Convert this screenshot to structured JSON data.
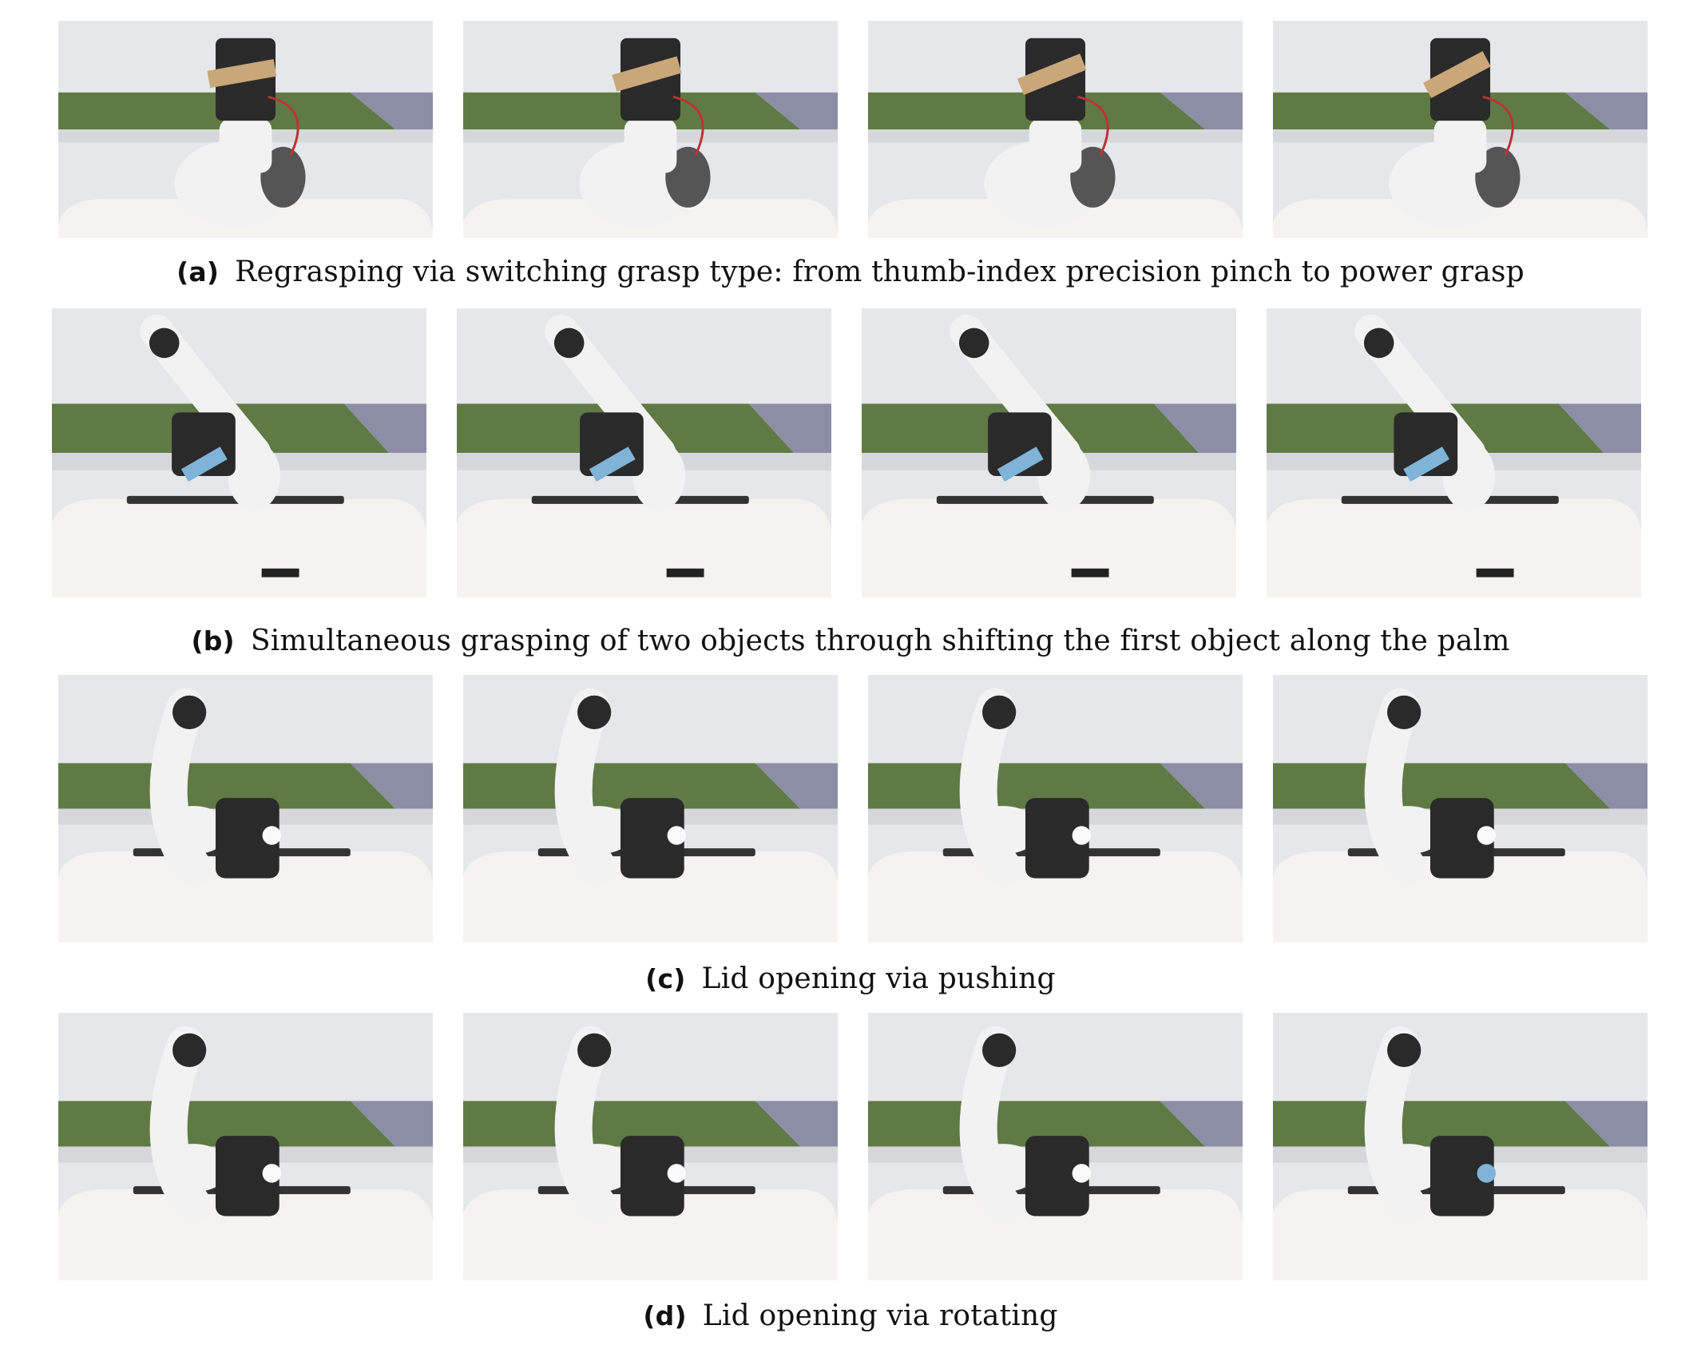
{
  "figure": {
    "rows": [
      {
        "label": "(a)",
        "caption": "Regrasping via switching grasp type: from thumb-index precision pinch to power grasp",
        "frames": [
          {
            "name": "frame-a1",
            "pose": "upright",
            "object": "tan-box"
          },
          {
            "name": "frame-a2",
            "pose": "upright",
            "object": "tan-box"
          },
          {
            "name": "frame-a3",
            "pose": "upright",
            "object": "tan-box"
          },
          {
            "name": "frame-a4",
            "pose": "upright",
            "object": "tan-box"
          }
        ]
      },
      {
        "label": "(b)",
        "caption": "Simultaneous grasping of two objects through shifting the first object along the palm",
        "frames": [
          {
            "name": "frame-b1",
            "pose": "reach-down",
            "object": "blue-card"
          },
          {
            "name": "frame-b2",
            "pose": "reach-down",
            "object": "blue-card"
          },
          {
            "name": "frame-b3",
            "pose": "reach-down",
            "object": "blue-card"
          },
          {
            "name": "frame-b4",
            "pose": "extended",
            "object": "blue-card"
          }
        ]
      },
      {
        "label": "(c)",
        "caption": "Lid opening via pushing",
        "frames": [
          {
            "name": "frame-c1",
            "pose": "holding-cup",
            "object": "white-cup"
          },
          {
            "name": "frame-c2",
            "pose": "holding-cup",
            "object": "white-cup"
          },
          {
            "name": "frame-c3",
            "pose": "holding-cup",
            "object": "white-cup"
          },
          {
            "name": "frame-c4",
            "pose": "holding-cup",
            "object": "white-cup"
          }
        ]
      },
      {
        "label": "(d)",
        "caption": "Lid opening via rotating",
        "frames": [
          {
            "name": "frame-d1",
            "pose": "holding-cup",
            "object": "white-cup"
          },
          {
            "name": "frame-d2",
            "pose": "holding-cup",
            "object": "white-cup"
          },
          {
            "name": "frame-d3",
            "pose": "holding-cup",
            "object": "white-cup"
          },
          {
            "name": "frame-d4",
            "pose": "holding-cup",
            "object": "blue-lid"
          }
        ]
      }
    ],
    "colors": {
      "wall": "#e6e7ea",
      "green_stripe": "#5f7a45",
      "purple_patch": "#8c8ea6",
      "table": "#f4f3ef",
      "robot_white": "#f2f2f2",
      "robot_dark": "#2a2a2a",
      "tan_box": "#c9a778",
      "blue_accent": "#7fb3d8"
    }
  }
}
